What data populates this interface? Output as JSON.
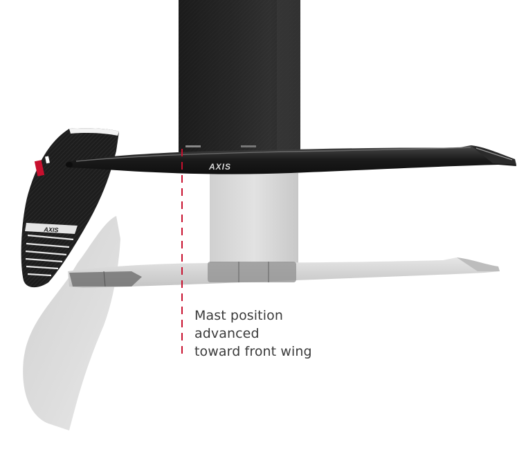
{
  "brand": {
    "logo_text": "AXIS"
  },
  "annotation": {
    "line1": "Mast position",
    "line2": "advanced",
    "line3": "toward front wing"
  },
  "colors": {
    "carbon": "#1c1c1c",
    "ghost": "#cfcfcf",
    "marker": "#c8102e",
    "text": "#3a3a3a"
  }
}
